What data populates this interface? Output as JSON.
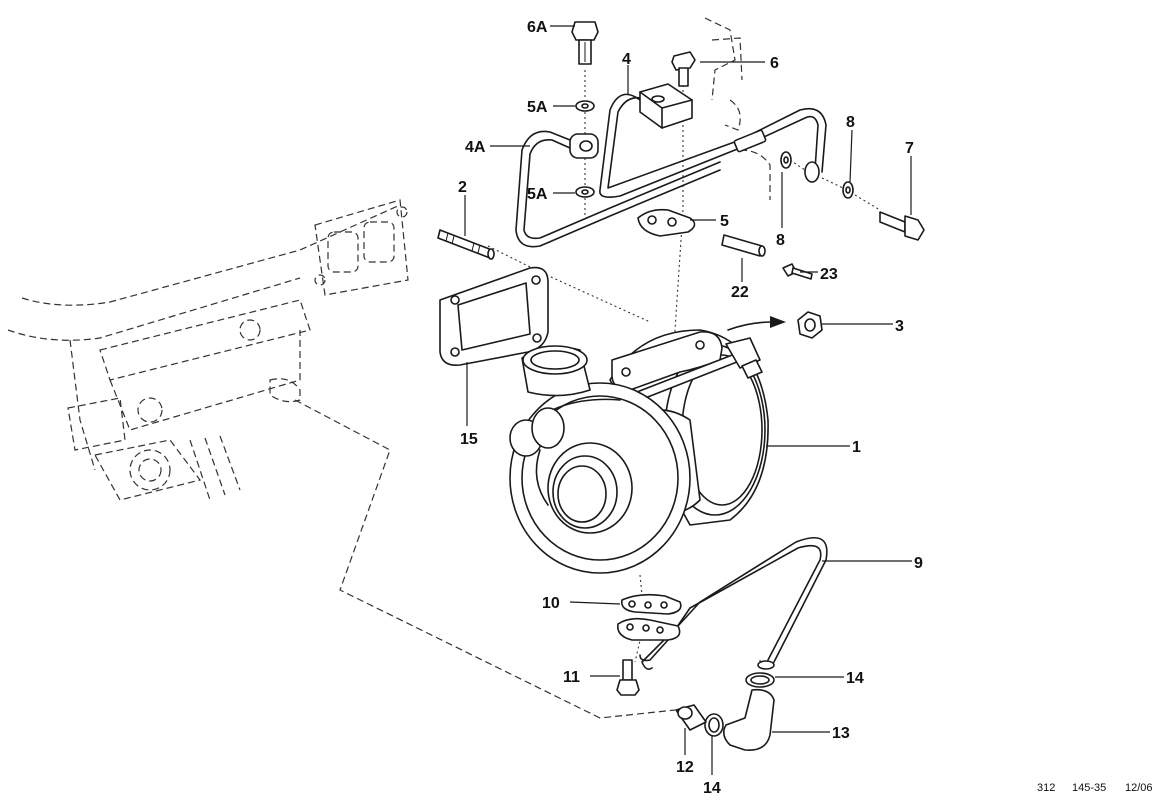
{
  "labels": {
    "p1": "1",
    "p2": "2",
    "p3": "3",
    "p4": "4",
    "p4A": "4A",
    "p5": "5",
    "p5A_top": "5A",
    "p5A_bottom": "5A",
    "p6": "6",
    "p6A": "6A",
    "p7": "7",
    "p8_upper": "8",
    "p8_lower": "8",
    "p9": "9",
    "p10": "10",
    "p11": "11",
    "p12": "12",
    "p13": "13",
    "p14_right": "14",
    "p14_bottom": "14",
    "p15": "15",
    "p22": "22",
    "p23": "23"
  },
  "footer": {
    "ref_a": "312",
    "ref_b": "145-35",
    "ref_c": "12/06"
  }
}
